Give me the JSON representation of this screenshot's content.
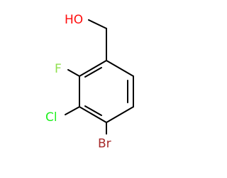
{
  "molecule": {
    "atoms": {
      "hydroxyl": {
        "label": "HO",
        "color": "#ff0d0d"
      },
      "fluorine": {
        "label": "F",
        "color": "#90e050"
      },
      "chlorine": {
        "label": "Cl",
        "color": "#1ff01f"
      },
      "bromine": {
        "label": "Br",
        "color": "#a62929"
      }
    },
    "bond_color": "#000000",
    "background": "#ffffff"
  }
}
